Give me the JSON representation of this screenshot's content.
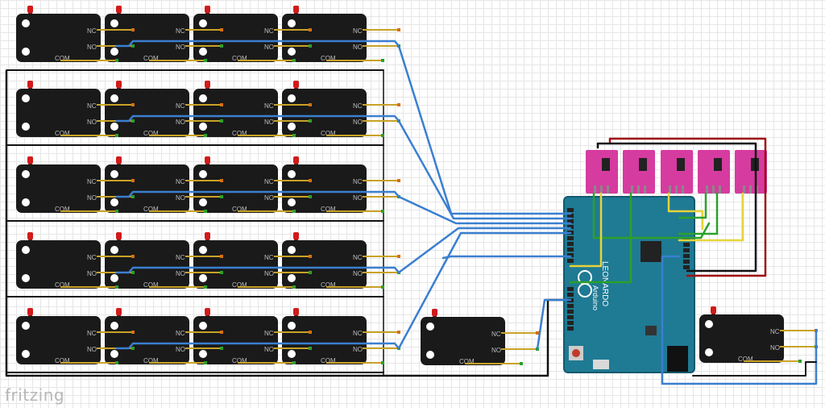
{
  "app": {
    "logo_text": "fritzing"
  },
  "switch_labels": {
    "nc": "NC",
    "no": "NO",
    "com": "COM"
  },
  "board": {
    "name": "LEONARDO",
    "brand": "Arduino"
  },
  "colors": {
    "switch_body": "#1a1a1a",
    "actuator": "#d11a1a",
    "wire_blue": "#3a7fcf",
    "wire_black": "#111111",
    "wire_green": "#2aa12a",
    "wire_yellow": "#e6d43a",
    "wire_red": "#a01010",
    "board": "#1f7a94",
    "module": "#d63ba0"
  },
  "layout_grid": {
    "rows": 5,
    "switches_per_row": 4,
    "resistor_modules": 5
  }
}
